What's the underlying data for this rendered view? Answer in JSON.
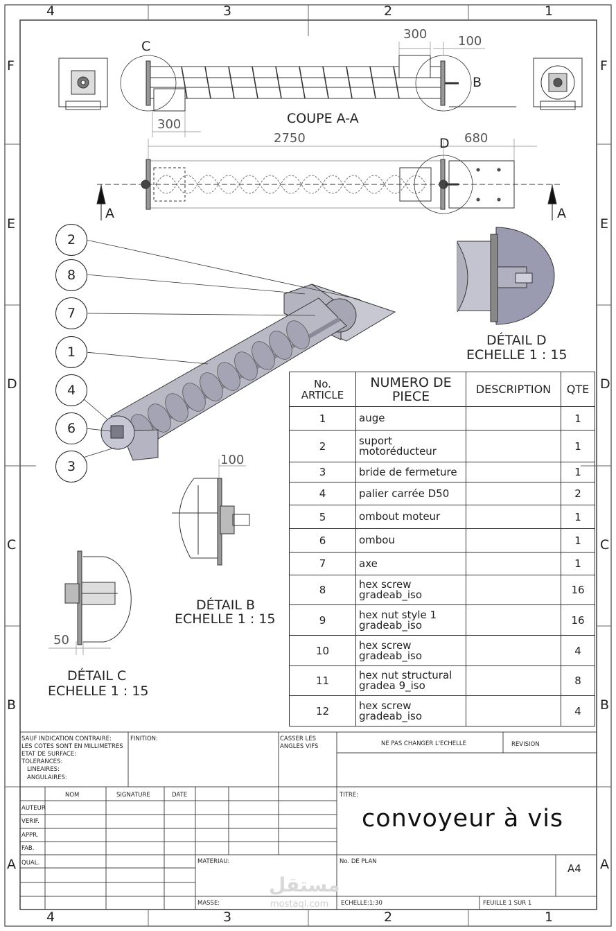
{
  "zones": {
    "columns": [
      "4",
      "3",
      "2",
      "1"
    ],
    "rows": [
      "F",
      "E",
      "D",
      "C",
      "B",
      "A"
    ]
  },
  "views": {
    "section_label": "COUPE A-A",
    "section_marker": "A",
    "detail_d": {
      "name": "DÉTAIL D",
      "scale": "ECHELLE 1 : 15",
      "marker": "D"
    },
    "detail_b": {
      "name": "DÉTAIL B",
      "scale": "ECHELLE 1 : 15",
      "marker": "B"
    },
    "detail_c": {
      "name": "DÉTAIL C",
      "scale": "ECHELLE 1 : 15",
      "marker": "C"
    }
  },
  "dimensions": {
    "d300_top": "300",
    "d100_top": "100",
    "d300_left": "300",
    "d2750": "2750",
    "d680": "680",
    "d100_detail_b": "100",
    "d50_detail_c": "50"
  },
  "balloons": [
    "2",
    "8",
    "7",
    "1",
    "4",
    "6",
    "3"
  ],
  "bom": {
    "headers": {
      "article": "No. ARTICLE",
      "piece": "NUMERO DE PIECE",
      "description": "DESCRIPTION",
      "qty": "QTE"
    },
    "rows": [
      {
        "no": "1",
        "piece": "auge",
        "qty": "1"
      },
      {
        "no": "2",
        "piece": "suport motoréducteur",
        "qty": "1"
      },
      {
        "no": "3",
        "piece": "bride de fermeture",
        "qty": "1"
      },
      {
        "no": "4",
        "piece": "palier carrée D50",
        "qty": "2"
      },
      {
        "no": "5",
        "piece": "ombout moteur",
        "qty": "1"
      },
      {
        "no": "6",
        "piece": "ombou",
        "qty": "1"
      },
      {
        "no": "7",
        "piece": "axe",
        "qty": "1"
      },
      {
        "no": "8",
        "piece": "hex screw gradeab_iso",
        "qty": "16"
      },
      {
        "no": "9",
        "piece": "hex nut style 1 gradeab_iso",
        "qty": "16"
      },
      {
        "no": "10",
        "piece": "hex screw gradeab_iso",
        "qty": "4"
      },
      {
        "no": "11",
        "piece": "hex nut structural gradea 9_iso",
        "qty": "8"
      },
      {
        "no": "12",
        "piece": "hex screw gradeab_iso",
        "qty": "4"
      }
    ]
  },
  "title_block": {
    "notes": [
      "SAUF INDICATION CONTRAIRE:",
      "LES COTES SONT EN MILLIMETRES",
      "ETAT DE SURFACE:",
      "TOLERANCES:",
      "LINEAIRES:",
      "ANGULAIRES:"
    ],
    "finition": "FINITION:",
    "casser": [
      "CASSER LES",
      "ANGLES VIFS"
    ],
    "ne_pas": "NE PAS CHANGER L'ECHELLE",
    "revision": "REVISION",
    "nom": "NOM",
    "signature": "SIGNATURE",
    "date": "DATE",
    "roles": [
      "AUTEUR",
      "VERIF.",
      "APPR.",
      "FAB.",
      "QUAL."
    ],
    "titre_label": "TITRE:",
    "title": "convoyeur à vis",
    "materiau": "MATERIAU:",
    "no_de_plan": "No. DE PLAN",
    "format": "A4",
    "masse": "MASSE:",
    "echelle": "ECHELLE:1:30",
    "feuille": "FEUILLE 1 SUR 1"
  },
  "watermark": {
    "arabic": "مستقل",
    "latin": "mostaql.com"
  }
}
